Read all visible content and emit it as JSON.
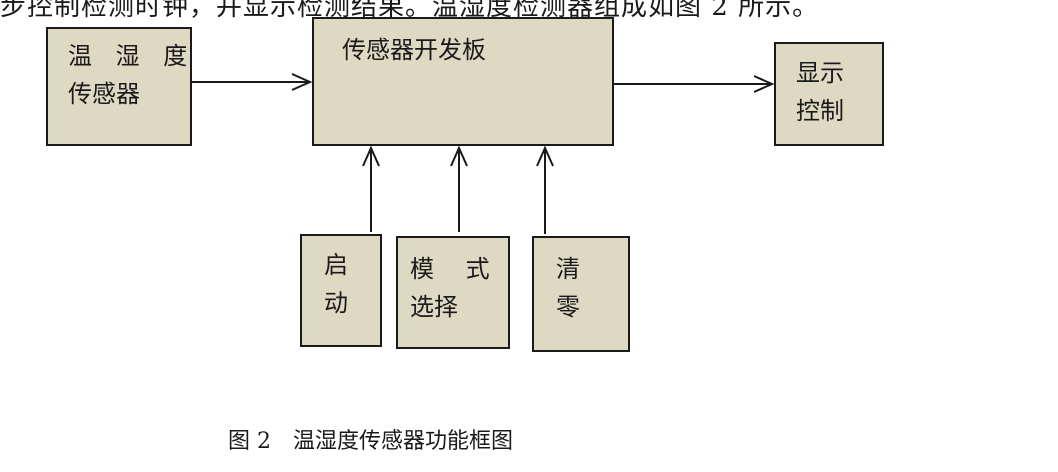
{
  "top_text": "步控制检测时钟，并显示检测结果。温湿度检测器组成如图 2 所示。",
  "boxes": {
    "sensor": {
      "line1": "温 湿 度",
      "line2": "传感器"
    },
    "board": {
      "line1": "传感器开发板"
    },
    "display": {
      "line1": "显示",
      "line2": "控制"
    },
    "start": {
      "line1": "启",
      "line2": "动"
    },
    "mode": {
      "line1": "模 式",
      "line2": "选择"
    },
    "clear": {
      "line1": "清",
      "line2": "零"
    }
  },
  "caption": {
    "figure_label": "图 2",
    "title": "温湿度传感器功能框图"
  },
  "colors": {
    "box_fill": "#ddd9c3",
    "stroke": "#1a1a1a"
  }
}
